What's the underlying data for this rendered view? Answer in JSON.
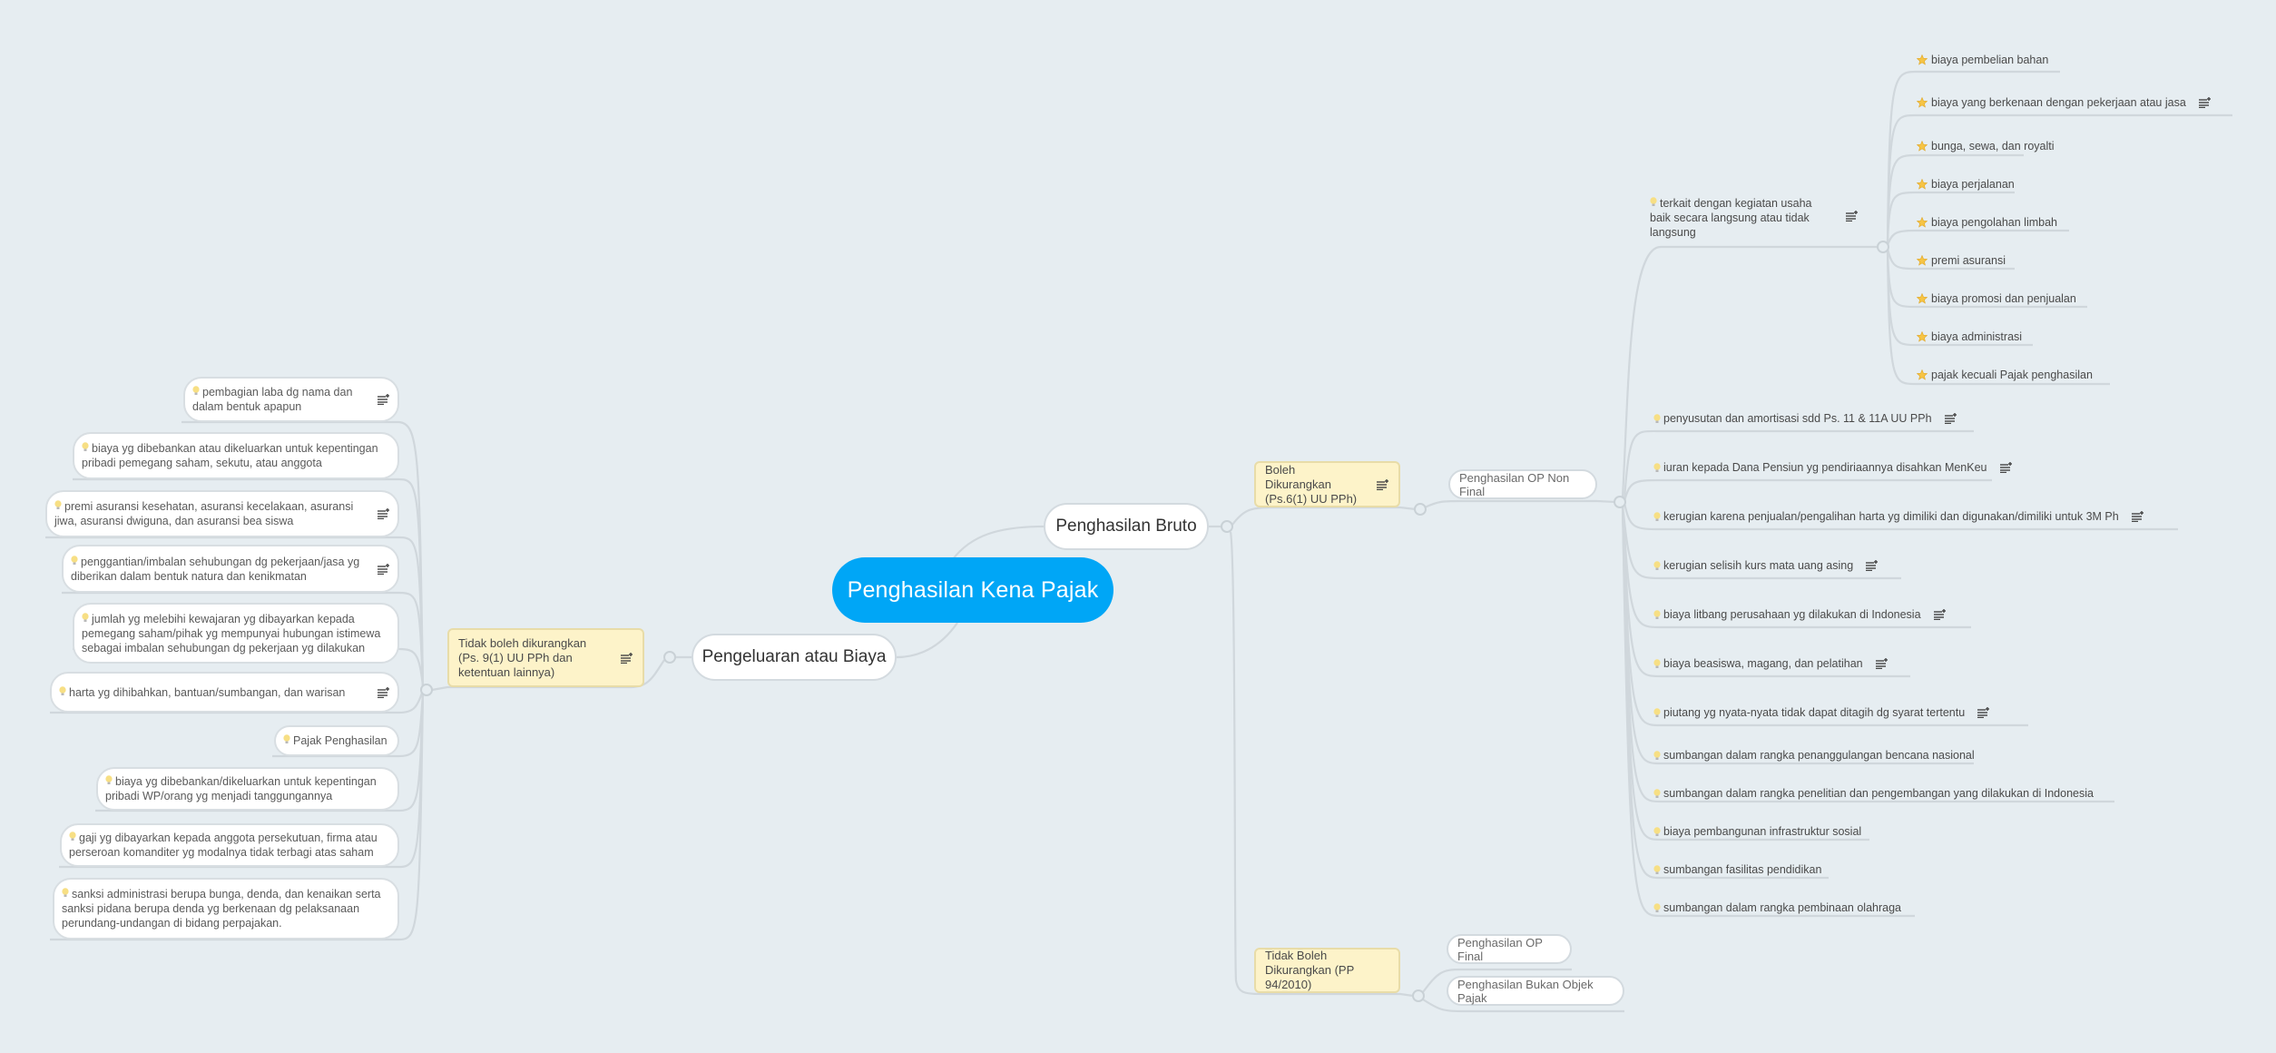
{
  "root": {
    "label": "Penghasilan Kena Pajak",
    "color": "#00A6F6"
  },
  "right": {
    "label": "Penghasilan Bruto",
    "boleh": {
      "label": "Boleh Dikurangkan (Ps.6(1) UU PPh)",
      "child": {
        "label": "Penghasilan OP Non Final",
        "terkait": {
          "label": "terkait dengan kegiatan usaha baik secara langsung atau tidak langsung",
          "items": [
            {
              "label": "biaya pembelian bahan",
              "note": false
            },
            {
              "label": "biaya yang berkenaan dengan pekerjaan atau jasa",
              "note": true
            },
            {
              "label": "bunga, sewa, dan royalti",
              "note": false
            },
            {
              "label": "biaya perjalanan",
              "note": false
            },
            {
              "label": "biaya pengolahan limbah",
              "note": false
            },
            {
              "label": "premi asuransi",
              "note": false
            },
            {
              "label": "biaya promosi dan penjualan",
              "note": false
            },
            {
              "label": "biaya administrasi",
              "note": false
            },
            {
              "label": "pajak kecuali Pajak penghasilan",
              "note": false
            }
          ]
        },
        "items": [
          {
            "label": "penyusutan dan amortisasi sdd Ps. 11 & 11A UU PPh",
            "note": true
          },
          {
            "label": "iuran kepada Dana Pensiun yg pendiriaannya disahkan MenKeu",
            "note": true
          },
          {
            "label": "kerugian karena penjualan/pengalihan harta yg dimiliki dan digunakan/dimiliki untuk 3M Ph",
            "note": true
          },
          {
            "label": "kerugian selisih kurs mata uang asing",
            "note": true
          },
          {
            "label": "biaya litbang perusahaan yg dilakukan di Indonesia",
            "note": true
          },
          {
            "label": "biaya beasiswa, magang, dan pelatihan",
            "note": true
          },
          {
            "label": "piutang yg nyata-nyata tidak dapat ditagih dg syarat tertentu",
            "note": true
          },
          {
            "label": "sumbangan dalam rangka penanggulangan bencana nasional",
            "note": false
          },
          {
            "label": "sumbangan dalam rangka penelitian dan pengembangan yang dilakukan di Indonesia",
            "note": false
          },
          {
            "label": "biaya pembangunan infrastruktur sosial",
            "note": false
          },
          {
            "label": "sumbangan fasilitas pendidikan",
            "note": false
          },
          {
            "label": "sumbangan dalam rangka pembinaan olahraga",
            "note": false
          }
        ]
      }
    },
    "tidak_boleh": {
      "label": "Tidak Boleh Dikurangkan (PP 94/2010)",
      "children": [
        "Penghasilan OP Final",
        "Penghasilan Bukan Objek Pajak"
      ]
    }
  },
  "left": {
    "label": "Pengeluaran atau Biaya",
    "tidak_boleh": {
      "label": "Tidak boleh dikurangkan (Ps. 9(1) UU PPh dan ketentuan lainnya)",
      "items": [
        {
          "label": "pembagian laba dg nama dan dalam bentuk apapun",
          "note": true
        },
        {
          "label": "biaya yg dibebankan atau dikeluarkan untuk kepentingan pribadi pemegang saham, sekutu, atau anggota",
          "note": false
        },
        {
          "label": "premi asuransi kesehatan, asuransi kecelakaan, asuransi jiwa, asuransi dwiguna, dan asuransi bea siswa",
          "note": true
        },
        {
          "label": "penggantian/imbalan sehubungan dg pekerjaan/jasa yg diberikan dalam bentuk natura dan kenikmatan",
          "note": true
        },
        {
          "label": "jumlah yg melebihi kewajaran yg dibayarkan kepada pemegang saham/pihak yg mempunyai hubungan istimewa sebagai imbalan sehubungan dg pekerjaan yg dilakukan",
          "note": false
        },
        {
          "label": "harta yg dihibahkan, bantuan/sumbangan, dan warisan",
          "note": true
        },
        {
          "label": "Pajak Penghasilan",
          "note": false
        },
        {
          "label": "biaya yg dibebankan/dikeluarkan untuk kepentingan pribadi WP/orang yg menjadi tanggungannya",
          "note": false
        },
        {
          "label": "gaji yg dibayarkan kepada anggota persekutuan, firma atau perseroan komanditer yg modalnya tidak terbagi atas saham",
          "note": false
        },
        {
          "label": "sanksi administrasi berupa bunga, denda, dan kenaikan serta sanksi pidana berupa denda yg berkenaan dg pelaksanaan perundang-undangan di bidang perpajakan.",
          "note": false
        }
      ]
    }
  },
  "colors": {
    "line": "#d0d7dc",
    "yellow_bg": "#fdf3c9",
    "background": "#e6edf1"
  }
}
